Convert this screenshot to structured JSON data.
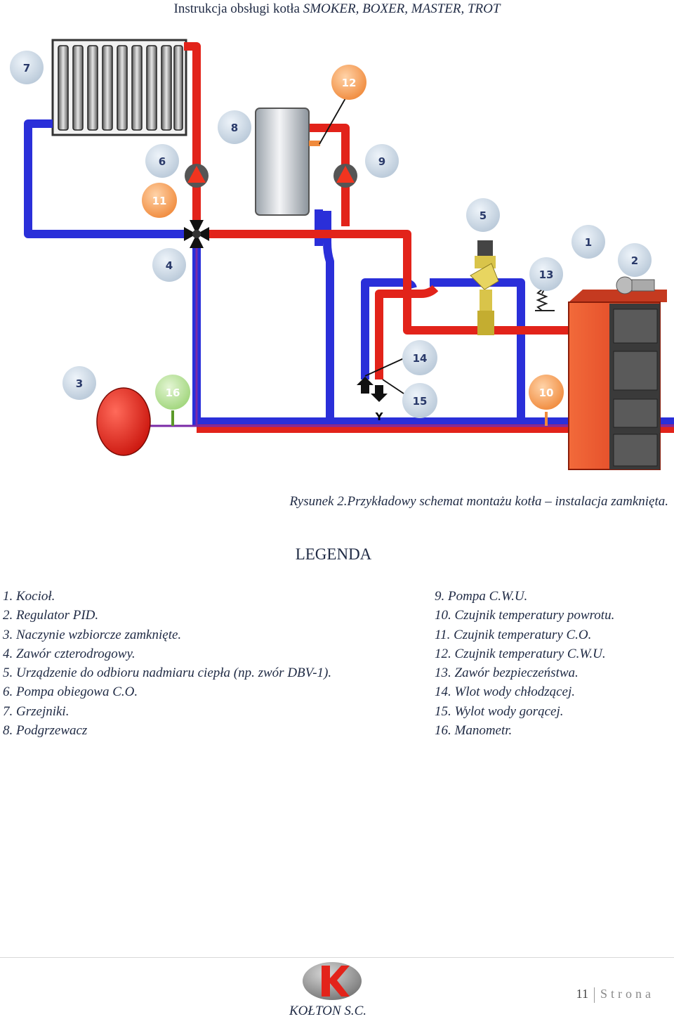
{
  "header": {
    "prefix": "Instrukcja obsługi kotła",
    "models": "SMOKER, BOXER, MASTER, TROT"
  },
  "diagram": {
    "labels": [
      "1",
      "2",
      "3",
      "4",
      "5",
      "6",
      "7",
      "8",
      "9",
      "10",
      "11",
      "12",
      "13",
      "14",
      "15",
      "16"
    ],
    "outlet_letter": "Y"
  },
  "caption": "Rysunek 2.Przykładowy schemat montażu kotła – instalacja zamknięta.",
  "legend": {
    "title": "LEGENDA",
    "left": [
      "1. Kocioł.",
      "2. Regulator PID.",
      "3. Naczynie wzbiorcze zamknięte.",
      "4. Zawór czterodrogowy.",
      "5. Urządzenie do odbioru nadmiaru ciepła (np. zwór DBV-1).",
      "6. Pompa obiegowa C.O.",
      "7. Grzejniki.",
      "8. Podgrzewacz"
    ],
    "right": [
      "9. Pompa C.W.U.",
      "10. Czujnik temperatury powrotu.",
      "11. Czujnik temperatury C.O.",
      "12. Czujnik temperatury C.W.U.",
      "13. Zawór bezpieczeństwa.",
      "14. Wlot wody chłodzącej.",
      "15. Wylot wody gorącej.",
      "16. Manometr."
    ]
  },
  "footer": {
    "company": "KOŁTON S.C.",
    "page_number": "11",
    "page_word": "Strona"
  },
  "colors": {
    "hot_pipe": "#e2231a",
    "cold_pipe": "#2a2fd9",
    "bubble_grey": "#cfdce8",
    "bubble_orange": "#f5a05a",
    "bubble_green": "#bfe3a0",
    "boiler": "#ee4a2a"
  }
}
